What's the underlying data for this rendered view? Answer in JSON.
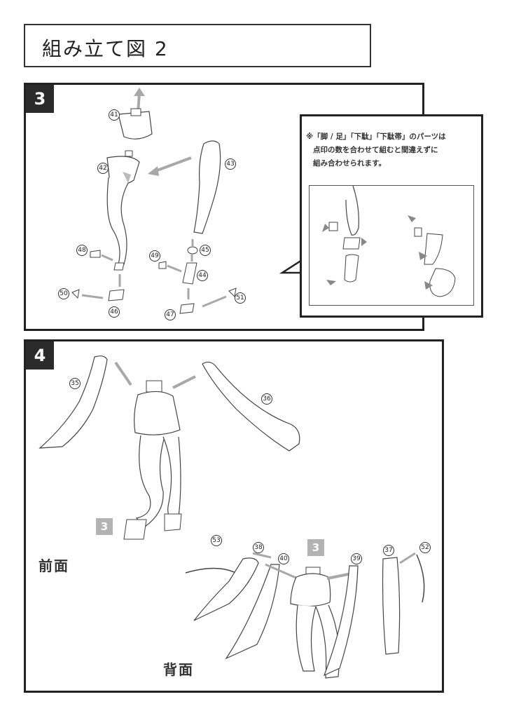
{
  "title": "組み立て図 2",
  "steps": [
    {
      "label": "3",
      "note": {
        "line1": "※「脚 / 足」「下駄」「下駄帯」のパーツは",
        "line2": "点印の数を合わせて組むと間違えずに",
        "line3": "組み合わせられます。"
      },
      "parts": [
        "41",
        "42",
        "43",
        "44",
        "45",
        "46",
        "47",
        "48",
        "49",
        "50",
        "51"
      ]
    },
    {
      "label": "4",
      "ref_step": "3",
      "front_label": "前面",
      "back_label": "背面",
      "front_parts": [
        "35",
        "36"
      ],
      "back_parts": [
        "37",
        "38",
        "39",
        "40",
        "52",
        "53"
      ]
    }
  ],
  "colors": {
    "border": "#222222",
    "badge": "#2b2b2b",
    "ref_tag": "#b3b3b3",
    "arrow": "#a8a8a8"
  }
}
